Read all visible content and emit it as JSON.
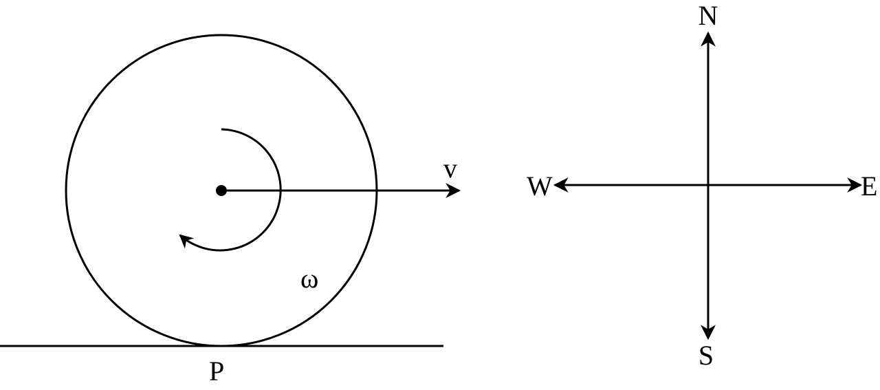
{
  "labels": {
    "velocity": "v",
    "angular_velocity": "ω",
    "contact_point": "P",
    "north": "N",
    "south": "S",
    "east": "E",
    "west": "W"
  },
  "colors": {
    "stroke": "#000000",
    "background": "#ffffff"
  }
}
